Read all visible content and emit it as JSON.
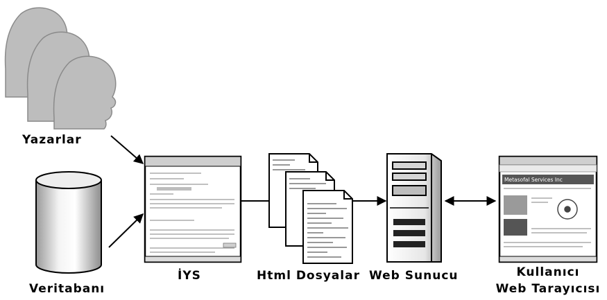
{
  "nodes": {
    "authors": {
      "label": "Yazarlar"
    },
    "database": {
      "label": "Veritabanı"
    },
    "cms": {
      "label": "İYS"
    },
    "html_files": {
      "label": "Html Dosyalar"
    },
    "web_server": {
      "label": "Web Sunucu"
    },
    "browser": {
      "label_line1": "Kullanıcı",
      "label_line2": "Web Tarayıcısı"
    }
  },
  "browser_page": {
    "site_title": "Metasofal Services Inc"
  },
  "colors": {
    "ink": "#000000",
    "head_fill": "#bdbdbd",
    "head_stroke": "#8a8a8a",
    "doc_text": "#777777"
  }
}
